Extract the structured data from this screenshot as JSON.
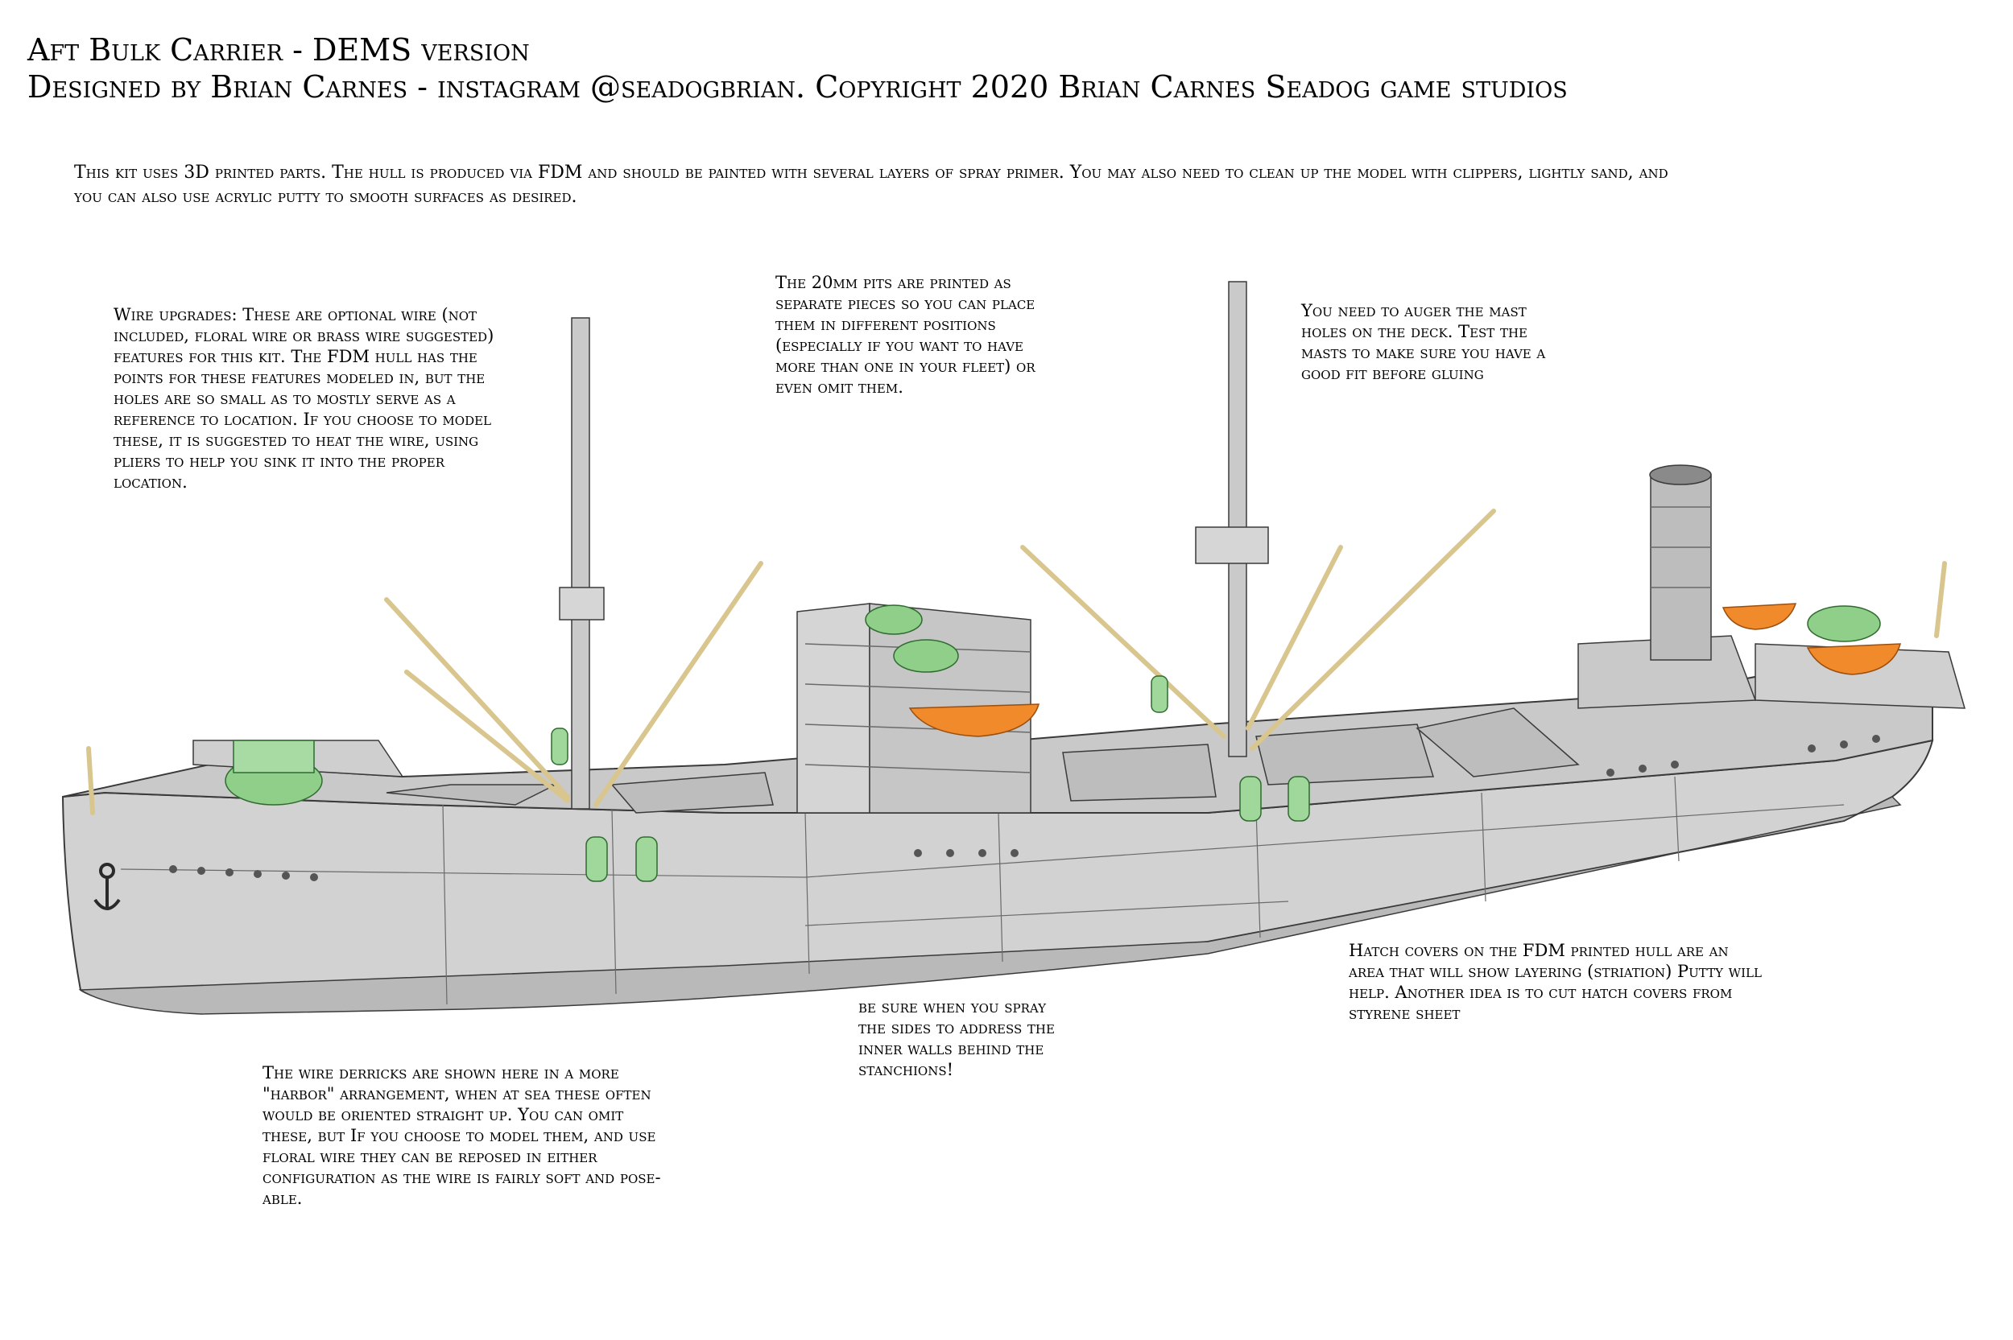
{
  "header": {
    "title": "Aft Bulk Carrier - DEMS version",
    "credit": "Designed by Brian Carnes - instagram @seadogbrian. Copyright 2020 Brian Carnes Seadog game studios"
  },
  "intro": "This kit uses 3D printed parts. The hull is produced via FDM and should be painted with several layers of spray primer. You may also need to clean up the model with clippers, lightly sand, and you can also use acrylic putty to smooth surfaces as desired.",
  "notes": {
    "wire_upgrades": "Wire upgrades: These are optional wire (not included, floral wire or brass wire suggested) features for this kit. The FDM hull has the points for these features modeled in, but the holes are so small as to mostly serve as a reference to location. If you choose to model these, it is suggested to heat the wire, using pliers to help you sink it into the proper location.",
    "pits": "The 20mm pits are printed as separate pieces so you can place them in different positions (especially if you want to have more than one in your fleet) or even omit them.",
    "masts": "You need to auger the mast holes on the deck. Test the masts to make sure you have a good fit before gluing",
    "derricks": "The wire derricks are shown here in a more \"harbor\" arrangement, when at sea these often would be oriented straight up. You can omit these, but If you choose to model them, and use floral wire they can be reposed in either configuration as the wire is fairly soft and pose-able.",
    "spray": "be sure when you spray the sides to address the inner walls behind the stanchions!",
    "hatch": "Hatch covers on the FDM printed hull are an area that will show layering (striation) Putty will help. Another idea is to cut hatch covers from styrene sheet"
  },
  "colors": {
    "hull": "#d2d2d2",
    "hull_shadow": "#b9b9b9",
    "deck": "#c9c9c9",
    "line": "#3a3a3a",
    "wire": "#d8c68e",
    "gun_green": "#8fcf8a",
    "boat_orange": "#f08a2a"
  }
}
